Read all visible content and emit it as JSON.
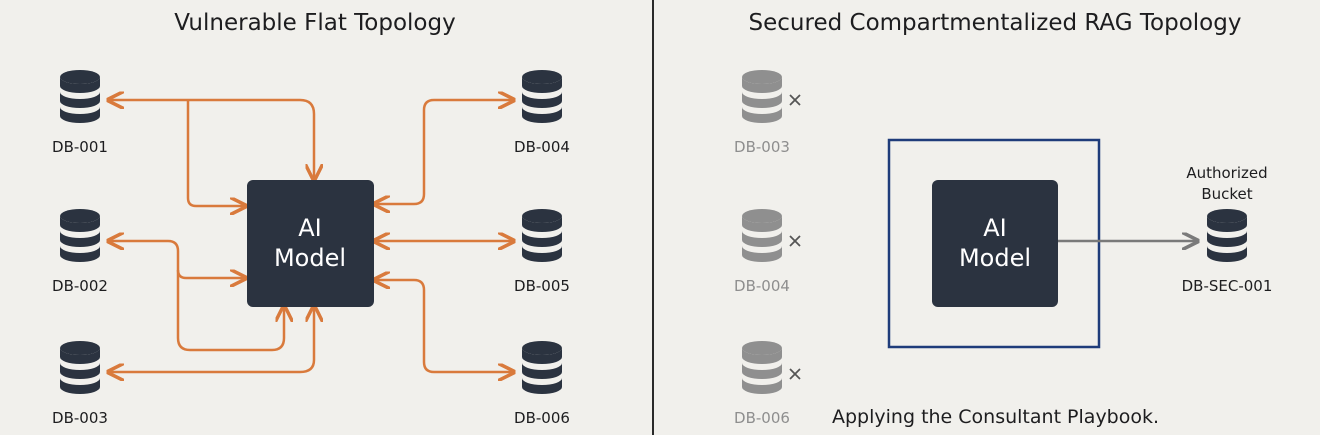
{
  "colors": {
    "background": "#f1f0ec",
    "divider": "#2a2a2a",
    "db_dark": "#2b3340",
    "db_muted": "#8f8f8f",
    "arrow_orange": "#d97a3c",
    "arrow_gray": "#7a7a7a",
    "model_fill": "#2b3340",
    "boundary_blue": "#1f3c7a"
  },
  "left": {
    "title": "Vulnerable Flat Topology",
    "model_line1": "AI",
    "model_line2": "Model",
    "databases": [
      {
        "id": "db-001",
        "label": "DB-001",
        "icon": "database-icon"
      },
      {
        "id": "db-002",
        "label": "DB-002",
        "icon": "database-icon"
      },
      {
        "id": "db-003",
        "label": "DB-003",
        "icon": "database-icon"
      },
      {
        "id": "db-004",
        "label": "DB-004",
        "icon": "database-icon"
      },
      {
        "id": "db-005",
        "label": "DB-005",
        "icon": "database-icon"
      },
      {
        "id": "db-006",
        "label": "DB-006",
        "icon": "database-icon"
      }
    ]
  },
  "right": {
    "title": "Secured Compartmentalized RAG Topology",
    "model_line1": "AI",
    "model_line2": "Model",
    "blocked_databases": [
      {
        "id": "db-003",
        "label": "DB-003",
        "icon": "database-icon",
        "status_icon": "blocked-x-icon"
      },
      {
        "id": "db-004",
        "label": "DB-004",
        "icon": "database-icon",
        "status_icon": "blocked-x-icon"
      },
      {
        "id": "db-006",
        "label": "DB-006",
        "icon": "database-icon",
        "status_icon": "blocked-x-icon"
      }
    ],
    "authorized": {
      "label_line1": "Authorized",
      "label_line2": "Bucket",
      "db_label": "DB-SEC-001",
      "icon": "database-icon"
    },
    "caption": "Applying the Consultant Playbook."
  }
}
